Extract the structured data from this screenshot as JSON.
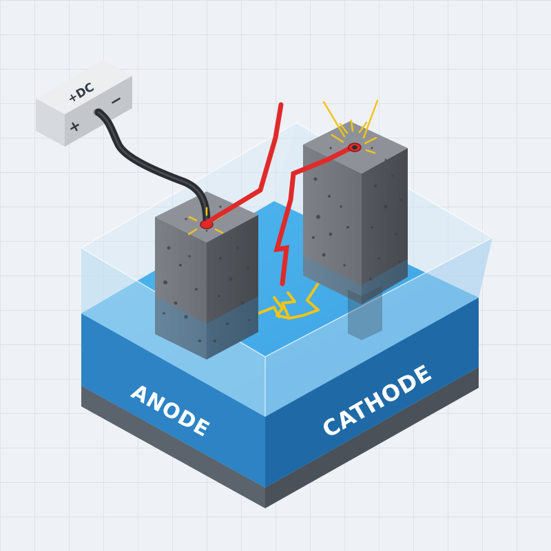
{
  "power_supply": {
    "label": "+DC",
    "plus_symbol": "+",
    "minus_symbol": "−"
  },
  "labels": {
    "anode": "ANODE",
    "cathode": "CATHODE"
  },
  "colors": {
    "background": "#eef1f6",
    "grid": "#d3d9e3",
    "electrolyte": "#2f8fd0",
    "concrete": "#6f7379",
    "wire_dc": "#2a2e33",
    "current_path": "#e02a2a",
    "sparks": "#f2c419"
  }
}
